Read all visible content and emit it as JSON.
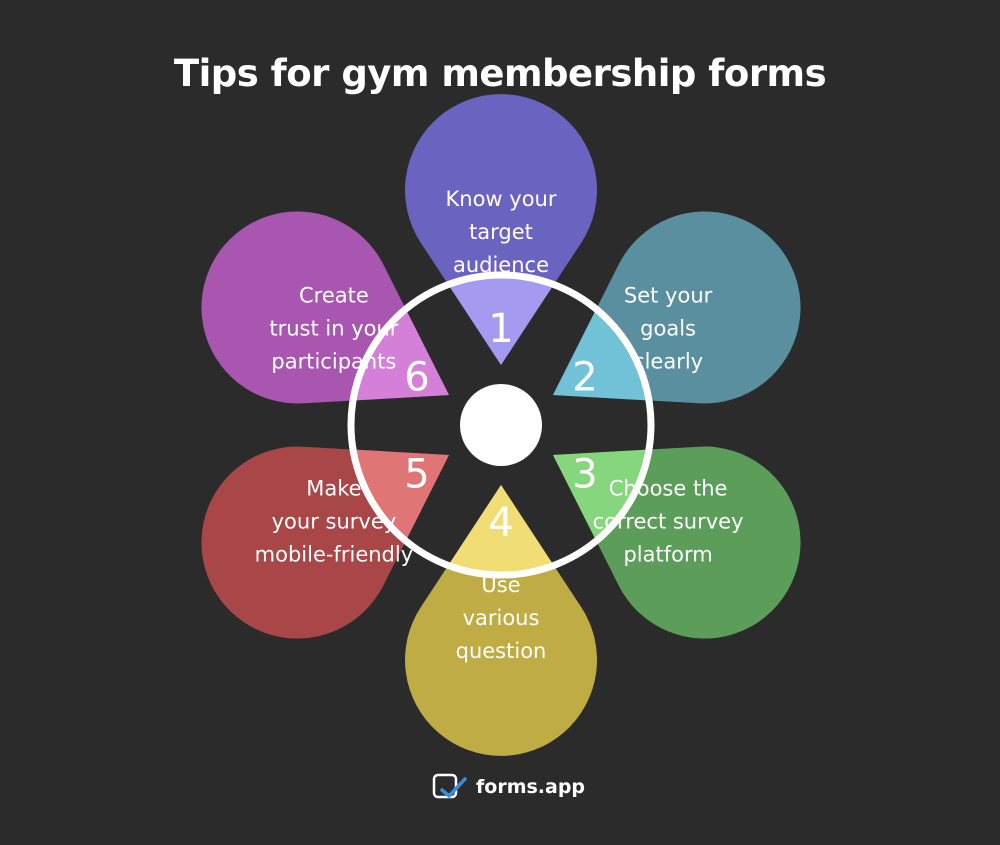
{
  "title": "Tips for gym membership forms",
  "petals": [
    {
      "num": "1",
      "lines": [
        "Know your",
        "target",
        "audience"
      ],
      "color": "#6b63c0",
      "inner": "#a49af0"
    },
    {
      "num": "2",
      "lines": [
        "Set your",
        "goals",
        "clearly"
      ],
      "color": "#5a8f9f",
      "inner": "#71c2d6"
    },
    {
      "num": "3",
      "lines": [
        "Choose the",
        "correct survey",
        "platform"
      ],
      "color": "#5c9e59",
      "inner": "#86d67e"
    },
    {
      "num": "4",
      "lines": [
        "Use",
        "various",
        "question"
      ],
      "color": "#c0ac44",
      "inner": "#f0de74"
    },
    {
      "num": "5",
      "lines": [
        "Make",
        "your survey",
        "mobile-friendly"
      ],
      "color": "#a84648",
      "inner": "#e07575"
    },
    {
      "num": "6",
      "lines": [
        "Create",
        "trust in your",
        "participants"
      ],
      "color": "#a956b0",
      "inner": "#d480d8"
    }
  ],
  "brand": {
    "name": "forms.app",
    "icon": "forms-app-logo-icon"
  }
}
